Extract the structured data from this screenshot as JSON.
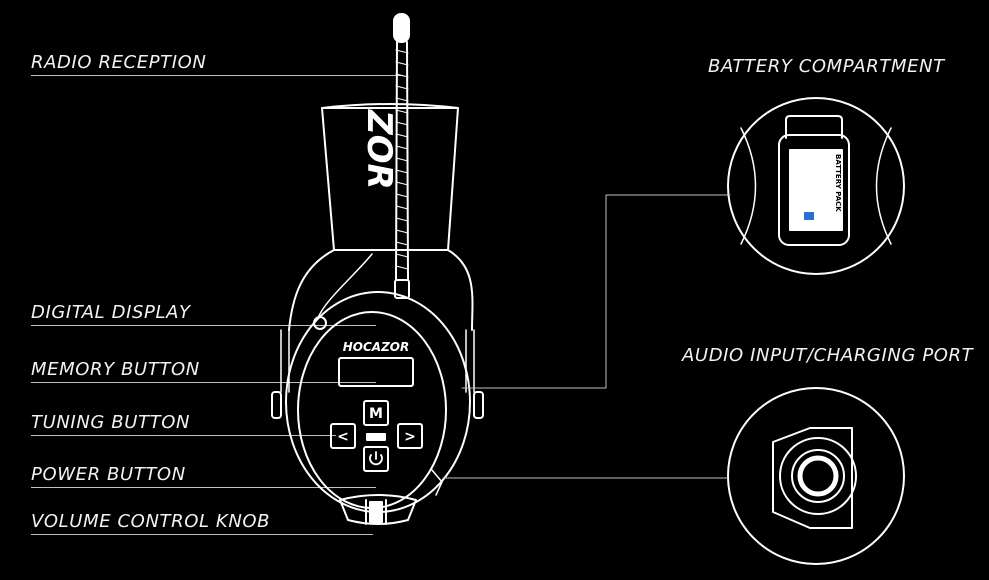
{
  "labels": {
    "radio_reception": "RADIO RECEPTION",
    "digital_display": "DIGITAL DISPLAY",
    "memory_button": "MEMORY BUTTON",
    "tuning_button": "TUNING BUTTON",
    "power_button": "POWER BUTTON",
    "volume_control_knob": "VOLUME CONTROL KNOB",
    "battery_compartment": "BATTERY COMPARTMENT",
    "audio_input_charging_port": "AUDIO INPUT/CHARGING PORT"
  },
  "device": {
    "brand": "HOCAZOR",
    "headband_brand": "ZOR",
    "memory_glyph": "M",
    "left_arrow_glyph": "<",
    "right_arrow_glyph": ">"
  },
  "battery_label": {
    "title": "BATTERY PACK"
  },
  "colors": {
    "background": "#000000",
    "line": "#ffffff",
    "text": "#f2f2f2",
    "battery_badge": "#2a6fd6"
  }
}
